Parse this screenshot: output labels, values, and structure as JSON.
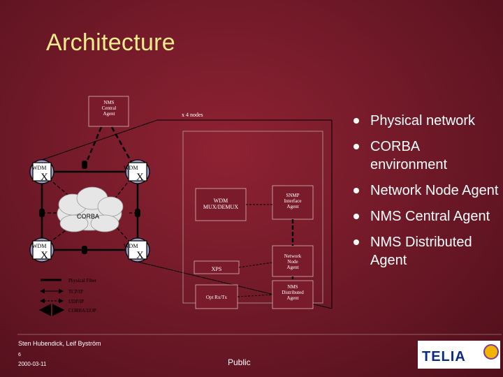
{
  "title": "Architecture",
  "diagram": {
    "nms_central": "NMS\nCentral\nAgent",
    "count_label": "x 4 nodes",
    "wdm_label": "WDM",
    "switch_glyph": "X",
    "corba_label": "CORBA",
    "wdm_muxdemux": "WDM\nMUX/DEMUX",
    "snmp_agent": "SNMP\nInterface\nAgent",
    "network_node_agent": "Network\nNode\nAgent",
    "xps": "XPS",
    "nms_distributed": "NMS\nDistributed\nAgent",
    "opt_rxtx": "Opt Rx/Tx"
  },
  "legend": {
    "physical_fiber": "Physical Fiber",
    "tcpip": "TCP/IP",
    "udpip": "UDP/IP",
    "corba_iiop": "CORBA/IIOP"
  },
  "bullets": [
    "Physical network",
    "CORBA environment",
    "Network Node Agent",
    "NMS Central Agent",
    "NMS Distributed Agent"
  ],
  "footer": {
    "authors": "Sten Hubendick, Leif Byström",
    "page": "6",
    "date": "2000-03-11",
    "classification": "Public"
  },
  "logo": {
    "text": "TELIA"
  }
}
